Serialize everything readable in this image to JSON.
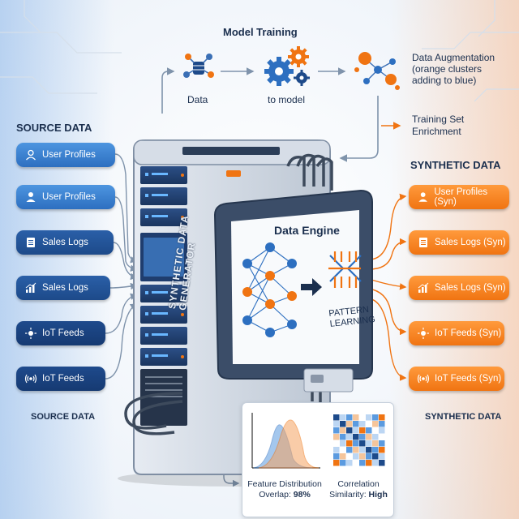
{
  "header": {
    "title": "Model Training"
  },
  "pipeline": {
    "step1": "Data",
    "step2": "to model",
    "step3_title": "Data Augmentation",
    "step3_note_line1": "(orange clusters",
    "step3_note_line2": "adding to blue)",
    "enrich_line1": "Training Set",
    "enrich_line2": "Enrichment"
  },
  "source": {
    "title": "SOURCE DATA",
    "footer": "SOURCE DATA",
    "items": [
      {
        "label": "User Profiles",
        "icon": "user-icon"
      },
      {
        "label": "User Profiles",
        "icon": "user-icon"
      },
      {
        "label": "Sales Logs",
        "icon": "document-icon"
      },
      {
        "label": "Sales Logs",
        "icon": "bar-chart-icon"
      },
      {
        "label": "IoT Feeds",
        "icon": "sensor-icon"
      },
      {
        "label": "IoT Feeds",
        "icon": "signal-icon"
      }
    ]
  },
  "synthetic": {
    "title": "SYNTHETIC DATA",
    "footer": "SYNTHETIC DATA",
    "items": [
      {
        "label": "User Profiles (Syn)",
        "icon": "user-icon"
      },
      {
        "label": "Sales Logs (Syn)",
        "icon": "document-icon"
      },
      {
        "label": "Sales Logs (Syn)",
        "icon": "bar-chart-icon"
      },
      {
        "label": "IoT Feeds (Syn)",
        "icon": "sensor-icon"
      },
      {
        "label": "IoT Feeds (Syn)",
        "icon": "signal-icon"
      }
    ]
  },
  "server": {
    "side_label_line1": "SYNTHETIC DATA",
    "side_label_line2": "GENERATOR"
  },
  "engine": {
    "title": "Data Engine",
    "pattern_line1": "PATTERN",
    "pattern_line2": "LEARNING"
  },
  "metrics": {
    "dist_line1": "Feature Distribution",
    "dist_line2_prefix": "Overlap: ",
    "dist_value": "98%",
    "corr_line1": "Correlation",
    "corr_line2_prefix": "Similarity: ",
    "corr_value": "High"
  },
  "colors": {
    "blue": "#2d6fc0",
    "orange": "#f07412",
    "navy": "#1b2f4e"
  }
}
